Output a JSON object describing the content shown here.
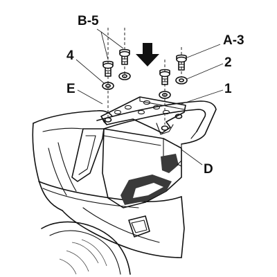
{
  "labels": {
    "b5": "B-5",
    "a3": "A-3",
    "n4": "4",
    "n2": "2",
    "e": "E",
    "n1": "1",
    "d": "D"
  },
  "colors": {
    "line": "#111111",
    "shade": "#3a3a3a",
    "background": "#ffffff"
  },
  "icons": {
    "direction": "down-arrow-icon"
  }
}
